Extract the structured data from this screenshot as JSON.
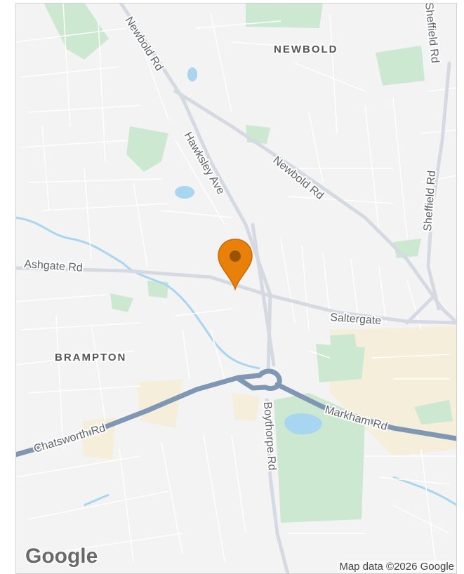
{
  "map": {
    "roads": {
      "newbold_rd_nw": "Newbold Rd",
      "newbold_rd_e": "Newbold Rd",
      "hawksley_ave": "Hawksley Ave",
      "sheffield_rd_top": "Sheffield Rd",
      "sheffield_rd": "Sheffield Rd",
      "ashgate_rd": "Ashgate Rd",
      "saltergate": "Saltergate",
      "chatsworth_rd": "Chatsworth Rd",
      "markham_rd": "Markham Rd",
      "boythorpe_rd": "Boythorpe Rd"
    },
    "areas": {
      "newbold": "NEWBOLD",
      "brampton": "BRAMPTON"
    },
    "marker_color": "#e8800a",
    "attribution": "Map data ©2026 Google",
    "logo": "Google"
  }
}
